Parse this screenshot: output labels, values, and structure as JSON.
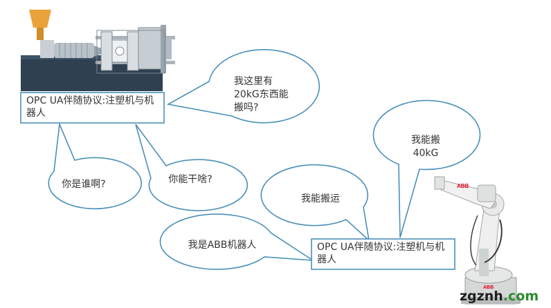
{
  "boxes": {
    "top": "OPC UA伴随协议:注塑机与机器人",
    "bottom": "OPC UA伴随协议:注塑机与机器人"
  },
  "bubbles": {
    "machine_question": "我这里有\n20kG东西能\n搬吗?",
    "who_are_you": "你是谁啊?",
    "what_can_you_do": "你能干啥?",
    "robot_capacity": "我能搬\n40kG",
    "robot_can_carry": "我能搬运",
    "robot_intro": "我是ABB机器人"
  },
  "robot_logo": "ABB",
  "watermark": {
    "domain_main": "zgznh",
    "domain_suffix": ".com",
    "colors": {
      "dark": "#1f1f1f",
      "accent": "#2e8b2e"
    }
  },
  "colors": {
    "bubble_stroke": "#4a8fb8",
    "box_stroke": "#4a8fb8",
    "text": "#333333",
    "machine_dark": "#2f4050",
    "hopper": "#e8a33a"
  }
}
